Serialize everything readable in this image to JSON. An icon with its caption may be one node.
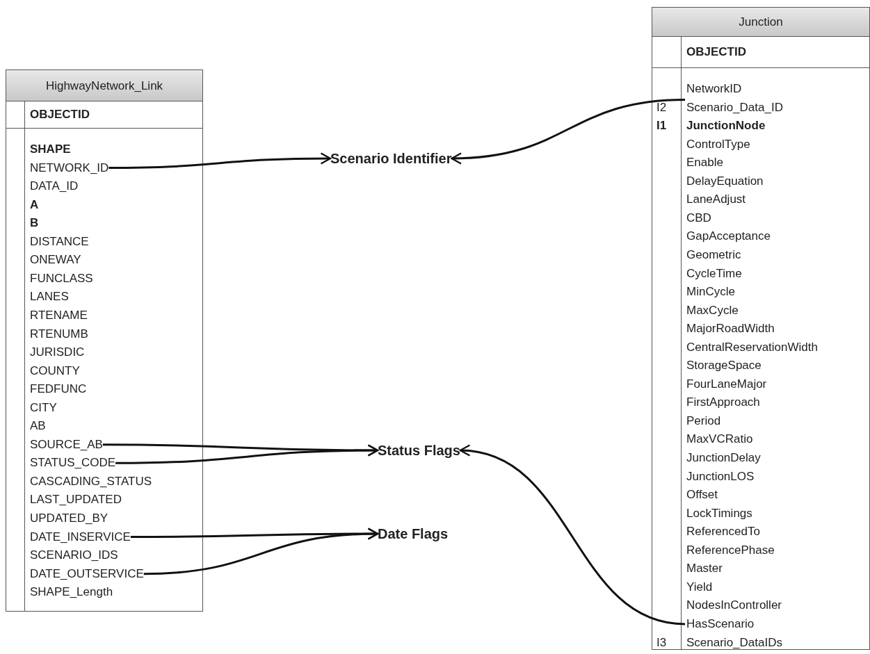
{
  "diagram": {
    "nodes": [
      {
        "text": [
          "HighwayNetwork_Link"
        ]
      },
      {
        "text": [
          "OBJECTID"
        ],
        "in": 0
      },
      {
        "text": [
          "SHAPE"
        ],
        "in": 0
      },
      {
        "text": [
          "NETWORK_ID"
        ],
        "in": 0
      },
      {
        "text": [
          "DATA_ID"
        ],
        "in": 0
      },
      {
        "text": [
          "A"
        ],
        "in": 0
      },
      {
        "text": [
          "B"
        ],
        "in": 0
      },
      {
        "text": [
          "DISTANCE"
        ],
        "in": 0
      },
      {
        "text": [
          "ONEWAY"
        ],
        "in": 0
      },
      {
        "text": [
          "FUNCLASS"
        ],
        "in": 0
      },
      {
        "text": [
          "LANES"
        ],
        "in": 0
      },
      {
        "text": [
          "RTENAME"
        ],
        "in": 0
      },
      {
        "text": [
          "RTENUMB"
        ],
        "in": 0
      },
      {
        "text": [
          "JURISDIC"
        ],
        "in": 0
      },
      {
        "text": [
          "COUNTY"
        ],
        "in": 0
      },
      {
        "text": [
          "FEDFUNC"
        ],
        "in": 0
      },
      {
        "text": [
          "CITY"
        ],
        "in": 0
      },
      {
        "text": [
          "AB"
        ],
        "in": 0
      },
      {
        "text": [
          "SOURCE_AB"
        ],
        "in": 0
      },
      {
        "text": [
          "STATUS_CODE"
        ],
        "in": 0
      },
      {
        "text": [
          "CASCADING_STATUS"
        ],
        "in": 0
      },
      {
        "text": [
          "LAST_UPDATED"
        ],
        "in": 0
      },
      {
        "text": [
          "UPDATED_BY"
        ],
        "in": 0
      },
      {
        "text": [
          "DATE_INSERVICE"
        ],
        "in": 0
      },
      {
        "text": [
          "SCENARIO_IDS"
        ],
        "in": 0
      },
      {
        "text": [
          "DATE_OUTSERVICE"
        ],
        "in": 0
      },
      {
        "text": [
          "SHAPE_Length"
        ],
        "in": 0
      },
      {
        "text": [
          "Scenario Identifier"
        ]
      },
      {
        "text": [
          "Status Flags"
        ]
      },
      {
        "text": [
          "Date Flags"
        ]
      },
      {
        "text": [
          "Junction"
        ]
      },
      {
        "text": [
          "OBJECTID"
        ],
        "in": 30
      },
      {
        "text": [
          "NetworkID"
        ],
        "in": 30
      },
      {
        "text": [
          "Scenario_Data_ID"
        ],
        "beside": [
          "I2"
        ],
        "in": 30
      },
      {
        "text": [
          "JunctionNode"
        ],
        "beside": [
          "I1"
        ],
        "in": 30
      },
      {
        "text": [
          "ControlType"
        ],
        "in": 30
      },
      {
        "text": [
          "Enable"
        ],
        "in": 30
      },
      {
        "text": [
          "DelayEquation"
        ],
        "in": 30
      },
      {
        "text": [
          "LaneAdjust"
        ],
        "in": 30
      },
      {
        "text": [
          "CBD"
        ],
        "in": 30
      },
      {
        "text": [
          "GapAcceptance"
        ],
        "in": 30
      },
      {
        "text": [
          "Geometric"
        ],
        "in": 30
      },
      {
        "text": [
          "CycleTime"
        ],
        "in": 30
      },
      {
        "text": [
          "MinCycle"
        ],
        "in": 30
      },
      {
        "text": [
          "MaxCycle"
        ],
        "in": 30
      },
      {
        "text": [
          "MajorRoadWidth"
        ],
        "in": 30
      },
      {
        "text": [
          "CentralReservationWidth"
        ],
        "in": 30
      },
      {
        "text": [
          "StorageSpace"
        ],
        "in": 30
      },
      {
        "text": [
          "FourLaneMajor"
        ],
        "in": 30
      },
      {
        "text": [
          "FirstApproach"
        ],
        "in": 30
      },
      {
        "text": [
          "Period"
        ],
        "in": 30
      },
      {
        "text": [
          "MaxVCRatio"
        ],
        "in": 30
      },
      {
        "text": [
          "JunctionDelay"
        ],
        "in": 30
      },
      {
        "text": [
          "JunctionLOS"
        ],
        "in": 30
      },
      {
        "text": [
          "Offset"
        ],
        "in": 30
      },
      {
        "text": [
          "LockTimings"
        ],
        "in": 30
      },
      {
        "text": [
          "ReferencedTo"
        ],
        "in": 30
      },
      {
        "text": [
          "ReferencePhase"
        ],
        "in": 30
      },
      {
        "text": [
          "Master"
        ],
        "in": 30
      },
      {
        "text": [
          "Yield"
        ],
        "in": 30
      },
      {
        "text": [
          "NodesInController"
        ],
        "in": 30
      },
      {
        "text": [
          "HasScenario"
        ],
        "in": 30
      },
      {
        "text": [
          "Scenario_DataIDs"
        ],
        "beside": [
          "I3"
        ],
        "in": 30
      }
    ],
    "edges": [
      {
        "from": 3,
        "to": 27,
        "arrow": "to"
      },
      {
        "from": 33,
        "to": 27,
        "arrow": "to"
      },
      {
        "from": 18,
        "to": 28,
        "arrow": "to"
      },
      {
        "from": 19,
        "to": 28,
        "arrow": "to"
      },
      {
        "from": 61,
        "to": 28,
        "arrow": "to"
      },
      {
        "from": 23,
        "to": 29,
        "arrow": "to"
      },
      {
        "from": 25,
        "to": 29,
        "arrow": "to"
      }
    ]
  }
}
